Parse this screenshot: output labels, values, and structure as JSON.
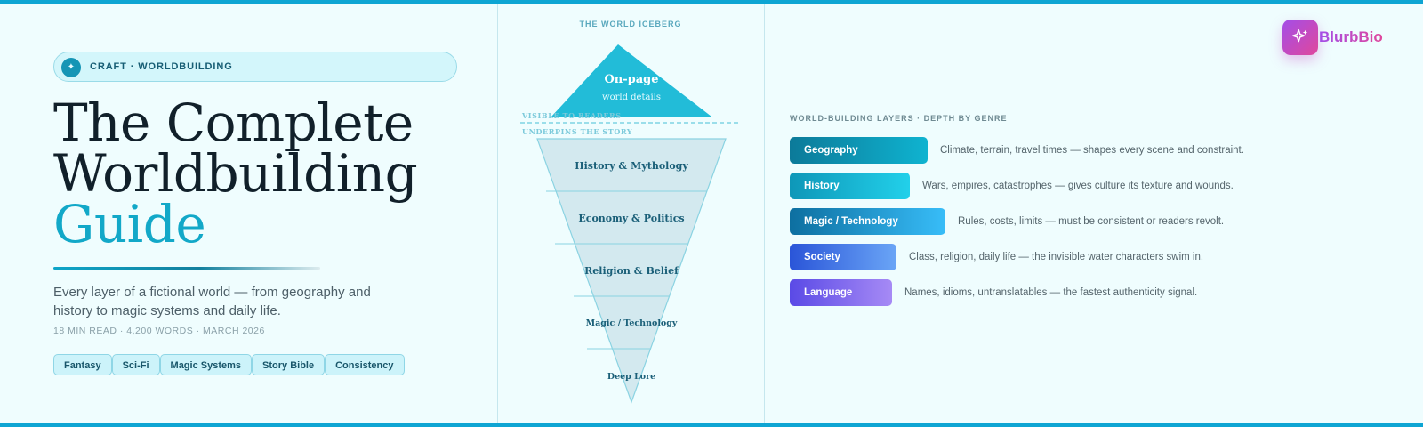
{
  "pill": {
    "icon": "sparkle-icon",
    "label": "CRAFT · WORLDBUILDING"
  },
  "title": {
    "line1": "The Complete",
    "line2": "Worldbuilding",
    "line3": "Guide"
  },
  "description": "Every layer of a fictional world — from geography and history to magic systems and daily life.",
  "meta": "18 MIN READ · 4,200 WORDS · MARCH 2026",
  "tags": [
    "Fantasy",
    "Sci-Fi",
    "Magic Systems",
    "Story Bible",
    "Consistency"
  ],
  "iceberg": {
    "title": "THE WORLD ICEBERG",
    "tip_title": "On-page",
    "tip_sub": "world details",
    "visible_label": "VISIBLE TO READERS",
    "underpins_label": "UNDERPINS THE STORY",
    "layers": [
      "History & Mythology",
      "Economy & Politics",
      "Religion & Belief",
      "Magic / Technology",
      "Deep Lore"
    ]
  },
  "layers_panel": {
    "title": "WORLD-BUILDING LAYERS · DEPTH BY GENRE",
    "items": [
      {
        "name": "Geography",
        "desc": "Climate, terrain, travel times — shapes every scene and constraint.",
        "color_from": "#0c7a99",
        "color_to": "#0fb3d0"
      },
      {
        "name": "History",
        "desc": "Wars, empires, catastrophes — gives culture its texture and wounds.",
        "color_from": "#0e97b8",
        "color_to": "#22d0ea"
      },
      {
        "name": "Magic / Technology",
        "desc": "Rules, costs, limits — must be consistent or readers revolt.",
        "color_from": "#0d6fa0",
        "color_to": "#38bdf8"
      },
      {
        "name": "Society",
        "desc": "Class, religion, daily life — the invisible water characters swim in.",
        "color_from": "#2a55d8",
        "color_to": "#6aa5f6"
      },
      {
        "name": "Language",
        "desc": "Names, idioms, untranslatables — the fastest authenticity signal.",
        "color_from": "#5a4ae6",
        "color_to": "#a68af5"
      }
    ]
  },
  "logo": {
    "icon": "sparkles-icon",
    "text": "BlurbBio"
  }
}
